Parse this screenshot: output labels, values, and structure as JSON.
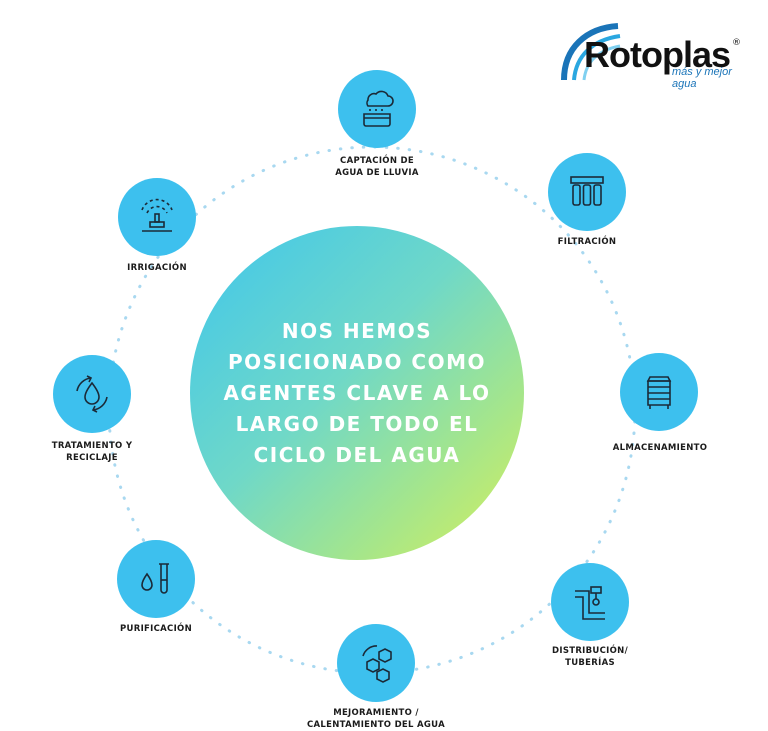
{
  "logo": {
    "brand": "Rotoplas",
    "registered": "®",
    "tagline": "más y mejor agua"
  },
  "center_text": "NOS HEMOS POSICIONADO COMO AGENTES CLAVE A LO LARGO DE TODO EL CICLO DEL AGUA",
  "stages": {
    "rainwater": "CAPTACIÓN DE\nAGUA DE LLUVIA",
    "filtration": "FILTRACIÓN",
    "storage": "ALMACENAMIENTO",
    "distribution": "DISTRIBUCIÓN/\nTUBERÍAS",
    "improvement": "MEJORAMIENTO /\nCALENTAMIENTO DEL AGUA",
    "purification": "PURIFICACIÓN",
    "treatment": "TRATAMIENTO Y\nRECICLAJE",
    "irrigation": "IRRIGACIÓN"
  },
  "colors": {
    "node": "#3dc0ee",
    "icon_stroke": "#1b2a38",
    "ring_dots": "#a8d8f0",
    "center_start": "#3fc6ec",
    "center_end": "#d8ef5a"
  }
}
